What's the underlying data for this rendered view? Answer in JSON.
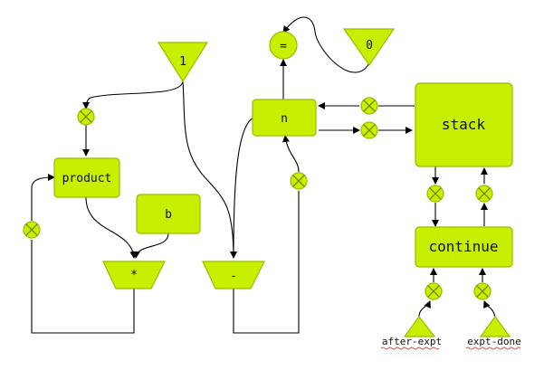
{
  "registers": {
    "product": "product",
    "b": "b",
    "n": "n",
    "stack": "stack",
    "continue": "continue"
  },
  "constants": {
    "one": "1",
    "zero": "0"
  },
  "operations": {
    "multiply": "*",
    "subtract": "-",
    "equals": "="
  },
  "labels": {
    "after_expt": "after-expt",
    "expt_done": "expt-done"
  },
  "colors": {
    "fill": "#c6f000",
    "stroke": "#9fb800",
    "wire": "#000000",
    "squiggle": "#cc2222"
  },
  "icons": {
    "valve": "circle-x-icon"
  }
}
